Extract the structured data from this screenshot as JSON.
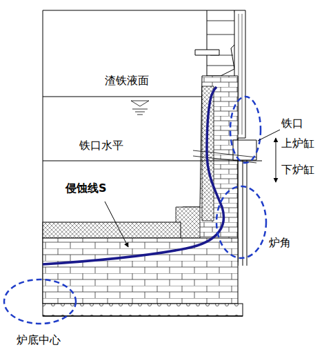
{
  "diagram": {
    "labels": [
      "渣铁液面",
      "铁口水平",
      "侵蚀线S",
      "铁口",
      "上炉缸",
      "下炉缸",
      "炉角",
      "炉底中心"
    ]
  }
}
